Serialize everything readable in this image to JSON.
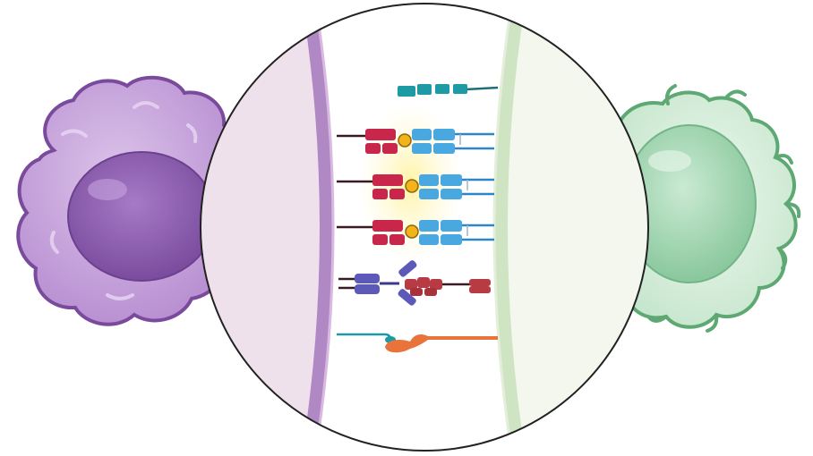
{
  "colors": {
    "background": "#ffffff",
    "left_cell_body": "#c8a6dd",
    "left_cell_outline": "#7a4a9c",
    "left_cell_nucleus": "#9a6bbd",
    "left_cell_nucleus_dark": "#7d4f9f",
    "right_cell_body": "#d4ecd8",
    "right_cell_outline": "#5da873",
    "right_cell_nucleus": "#9ed3ac",
    "zoom_outline": "#222222",
    "left_membrane": "#b088c4",
    "left_membrane_fill": "#efe1ec",
    "right_membrane": "#cfe4c3",
    "right_membrane_fill": "#f3f7ee",
    "mhc_red": "#c8264a",
    "tcr_blue": "#4aa8e0",
    "peptide_yellow": "#f3b41b",
    "glow_yellow": "#fff1a8",
    "teal_protein": "#1e9aa5",
    "cd28_purple": "#5d59b8",
    "b7_red": "#b83a42",
    "orange_protein": "#e8743c",
    "stalk_dark": "#3a1a22",
    "stalk_blue": "#2f86c7"
  },
  "diagram": {
    "cells": [
      {
        "id": "antigen-presenting-cell",
        "side": "left"
      },
      {
        "id": "t-cell",
        "side": "right"
      }
    ],
    "interactions": [
      {
        "id": "teal-receptor",
        "count": 1
      },
      {
        "id": "mhc-tcr-complex",
        "count": 3
      },
      {
        "id": "costimulatory-pair",
        "count": 1
      },
      {
        "id": "adhesion-pair",
        "count": 1
      }
    ]
  }
}
